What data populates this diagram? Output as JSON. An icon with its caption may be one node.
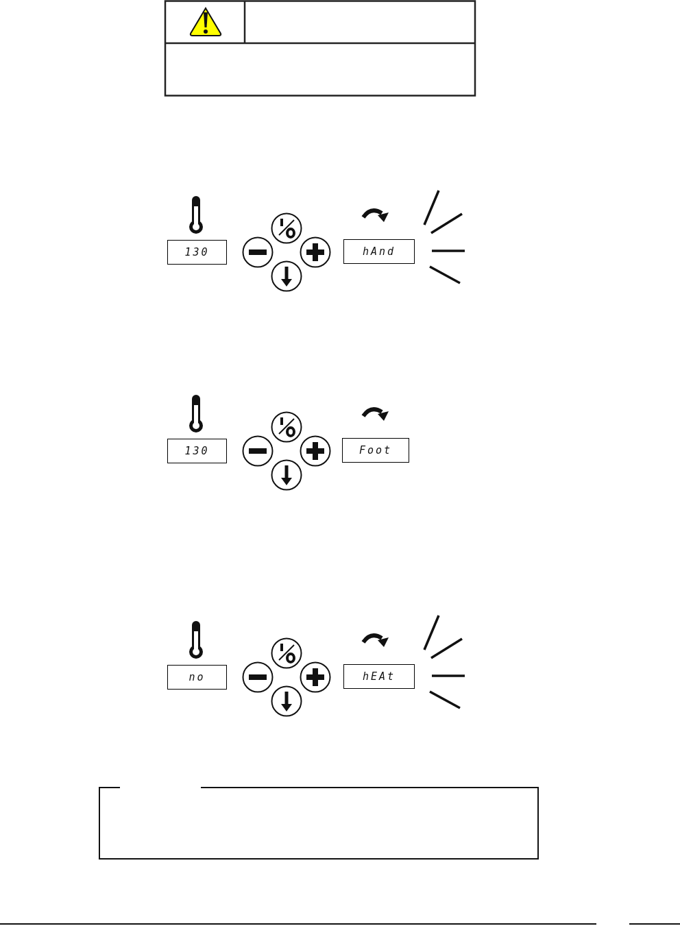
{
  "diagram": {
    "labels": [
      "130",
      "hAnd",
      "130",
      "Foot",
      "no",
      "hEAt"
    ]
  }
}
